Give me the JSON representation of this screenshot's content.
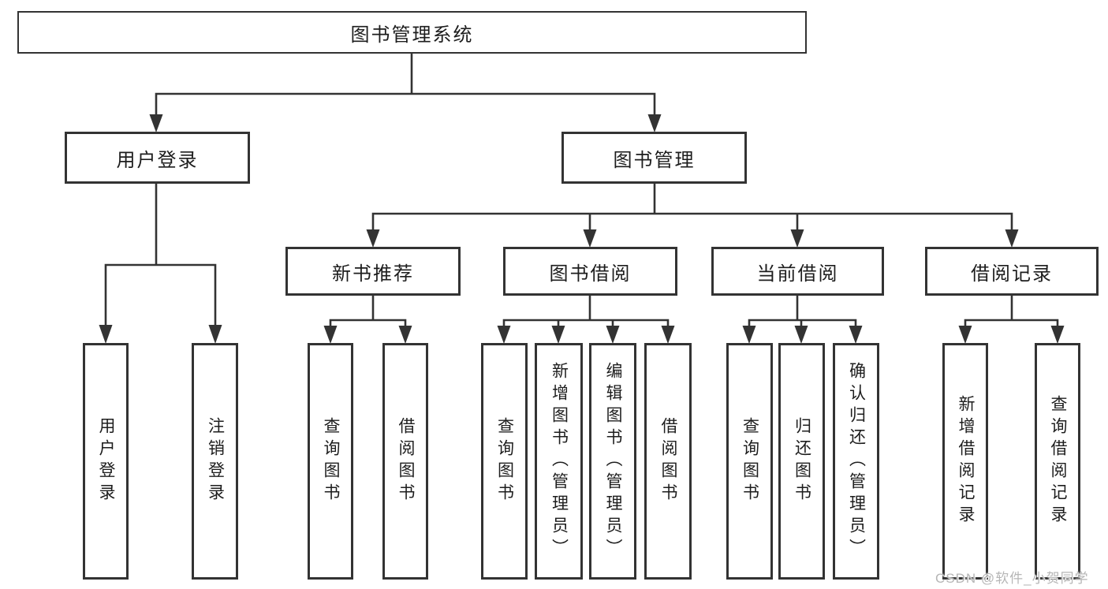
{
  "diagram": {
    "root": {
      "label": "图书管理系统"
    },
    "level2": [
      {
        "label": "用户登录"
      },
      {
        "label": "图书管理"
      }
    ],
    "level3": [
      {
        "label": "新书推荐"
      },
      {
        "label": "图书借阅"
      },
      {
        "label": "当前借阅"
      },
      {
        "label": "借阅记录"
      }
    ],
    "leaves": {
      "user_login": [
        "用户登录",
        "注销登录"
      ],
      "new_book": [
        "查询图书",
        "借阅图书"
      ],
      "book_borrow": [
        "查询图书",
        "新增图书（管理员）",
        "编辑图书（管理员）",
        "借阅图书"
      ],
      "current_borrow": [
        "查询图书",
        "归还图书",
        "确认归还（管理员）"
      ],
      "borrow_record": [
        "新增借阅记录",
        "查询借阅记录"
      ]
    }
  },
  "watermark": {
    "text": "CSDN @软件_小贺同学"
  },
  "colors": {
    "line": "#333333",
    "text": "#1d1d1d",
    "watermark": "#b6b6b6",
    "background": "#ffffff"
  }
}
